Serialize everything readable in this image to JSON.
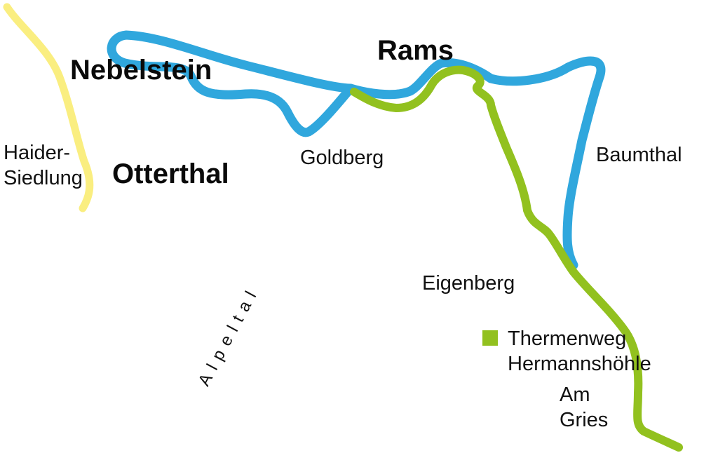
{
  "colors": {
    "blue_route": "#30a7dd",
    "green_route": "#92c11f",
    "yellow_route": "#faee80",
    "text": "#111111"
  },
  "places": {
    "nebelstein": "Nebelstein",
    "rams": "Rams",
    "otterthal": "Otterthal",
    "haider_line1": "Haider-",
    "haider_line2": "Siedlung",
    "goldberg": "Goldberg",
    "baumthal": "Baumthal",
    "eigenberg": "Eigenberg",
    "am_gries_line1": "Am",
    "am_gries_line2": "Gries",
    "alpeltal": "Alpeltal"
  },
  "legend": {
    "line1": "Thermenweg",
    "line2": "Hermannshöhle",
    "icon": "green-square-icon"
  }
}
